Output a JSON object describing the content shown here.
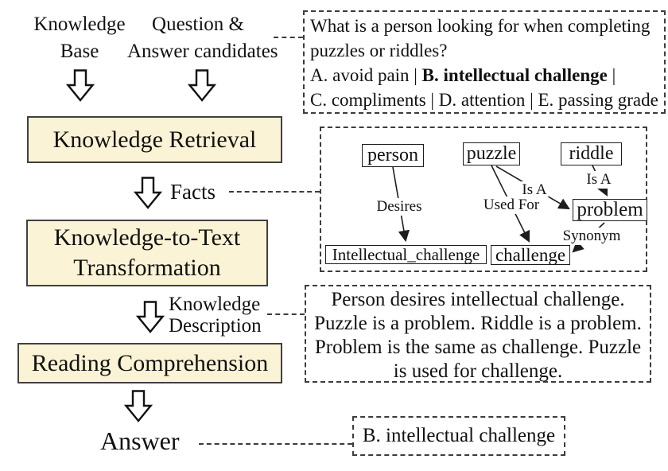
{
  "colors": {
    "stage_fill": "#FBF3D5",
    "stage_border": "#404040"
  },
  "flow": {
    "input_left_line1": "Knowledge",
    "input_left_line2": "Base",
    "input_right_line1": "Question &",
    "input_right_line2": "Answer candidates",
    "stage1": "Knowledge Retrieval",
    "facts_label": "Facts",
    "stage2_line1": "Knowledge-to-Text",
    "stage2_line2": "Transformation",
    "kd_label_line1": "Knowledge",
    "kd_label_line2": "Description",
    "stage3": "Reading Comprehension",
    "answer_label": "Answer"
  },
  "question_box": {
    "line1": "What is a person looking for when completing",
    "line2": "puzzles or riddles?",
    "line3_prefix": "A. avoid pain | ",
    "line3_bold": "B. intellectual challenge",
    "line3_suffix": " |",
    "line4": "C. compliments | D. attention | E. passing grade"
  },
  "graph": {
    "nodes": [
      {
        "id": "person",
        "label": "person"
      },
      {
        "id": "puzzle",
        "label": "puzzle"
      },
      {
        "id": "riddle",
        "label": "riddle"
      },
      {
        "id": "problem",
        "label": "problem"
      },
      {
        "id": "intellectual_challenge",
        "label": "Intellectual_challenge"
      },
      {
        "id": "challenge",
        "label": "challenge"
      }
    ],
    "edges": [
      {
        "from": "person",
        "to": "intellectual_challenge",
        "label": "Desires"
      },
      {
        "from": "puzzle",
        "to": "challenge",
        "label": "Used For"
      },
      {
        "from": "puzzle",
        "to": "problem",
        "label": "Is A"
      },
      {
        "from": "riddle",
        "to": "problem",
        "label": "Is A"
      },
      {
        "from": "problem",
        "to": "challenge",
        "label": "Synonym"
      }
    ]
  },
  "knowledge_description": {
    "lines": [
      "Person desires intellectual challenge.",
      "Puzzle is a problem. Riddle is a problem.",
      "Problem is the same as challenge. Puzzle",
      "is used for challenge."
    ]
  },
  "answer_box": {
    "text": "B. intellectual challenge"
  }
}
